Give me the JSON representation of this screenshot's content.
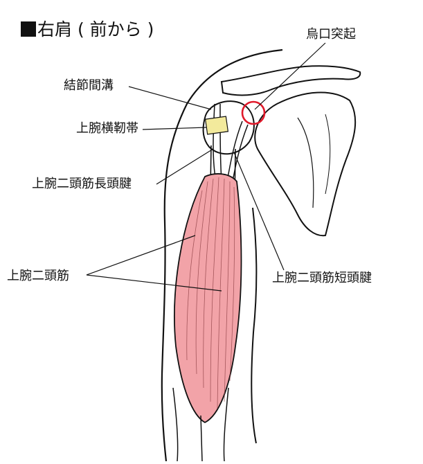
{
  "title": "右肩 ( 前から )",
  "labels": {
    "coracoid": "烏口突起",
    "groove": "結節間溝",
    "transverse_ligament": "上腕横靭帯",
    "long_head_tendon": "上腕二頭筋長頭腱",
    "biceps": "上腕二頭筋",
    "short_head_tendon": "上腕二頭筋短頭腱"
  },
  "colors": {
    "muscle": "#f2a3a8",
    "ligament": "#f3ea9c",
    "highlight_circle": "#e0192a",
    "line": "#111111"
  }
}
